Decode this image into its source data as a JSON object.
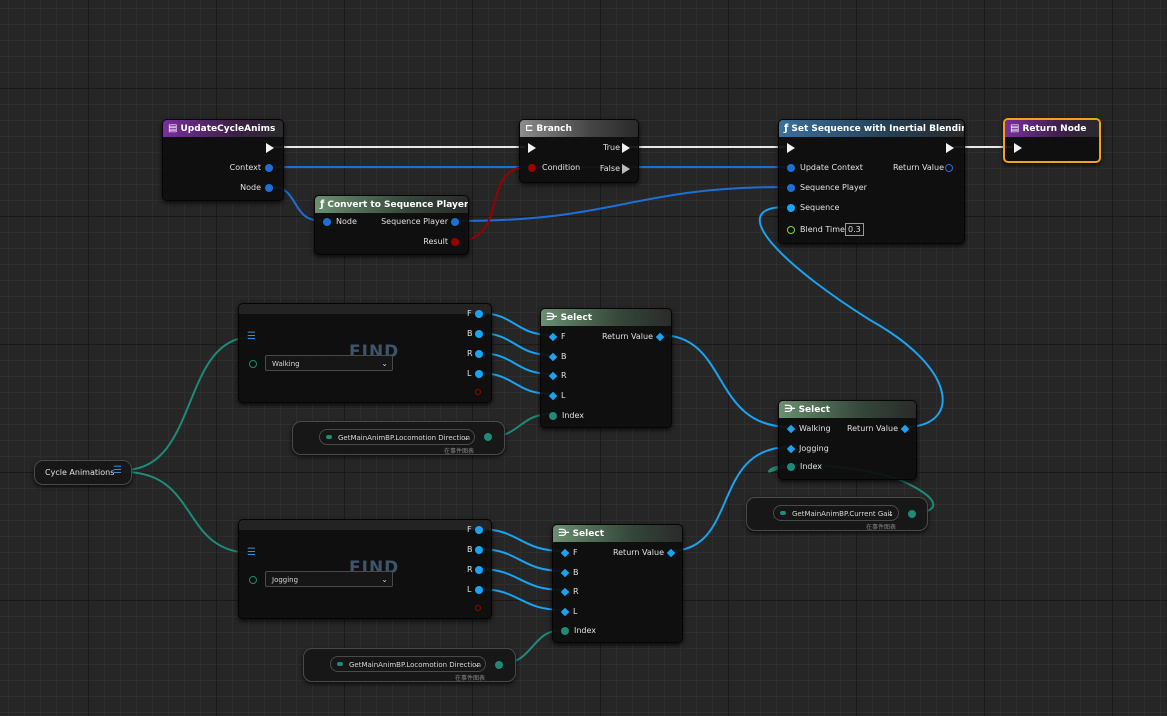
{
  "colors": {
    "exec": "#f2f2f2",
    "struct_blue": "#1d6fd6",
    "object_blue": "#1aa3f0",
    "bool_red": "#9b0000",
    "enum_teal": "#1e8a78",
    "float_green": "#7ddc49",
    "selected": "#f3a21d"
  },
  "nodes": {
    "update_cycle": {
      "title": "UpdateCycleAnims",
      "icon": "function-icon",
      "pins": {
        "context": "Context",
        "node": "Node"
      }
    },
    "branch": {
      "title": "Branch",
      "icon": "branch-icon",
      "pins": {
        "true": "True",
        "condition": "Condition",
        "false": "False"
      }
    },
    "set_sequence": {
      "title": "Set Sequence with Inertial Blending",
      "icon": "function-f-icon",
      "pins": {
        "update_context": "Update Context",
        "return_value": "Return Value",
        "sequence_player": "Sequence Player",
        "sequence": "Sequence",
        "blend_time": "Blend Time"
      },
      "blend_time_value": "0.3"
    },
    "return_node": {
      "title": "Return Node",
      "icon": "function-icon"
    },
    "convert": {
      "title": "Convert to Sequence Player",
      "icon": "function-f-icon",
      "pins": {
        "node": "Node",
        "sequence_player": "Sequence Player",
        "result": "Result"
      }
    },
    "select_top": {
      "title": "Select",
      "icon": "select-icon",
      "pins": {
        "f": "F",
        "b": "B",
        "r": "R",
        "l": "L",
        "index": "Index",
        "return_value": "Return Value"
      }
    },
    "select_mid": {
      "title": "Select",
      "icon": "select-icon",
      "pins": {
        "walking": "Walking",
        "jogging": "Jogging",
        "index": "Index",
        "return_value": "Return Value"
      }
    },
    "select_bot": {
      "title": "Select",
      "icon": "select-icon",
      "pins": {
        "f": "F",
        "b": "B",
        "r": "R",
        "l": "L",
        "index": "Index",
        "return_value": "Return Value"
      }
    },
    "find_top": {
      "dropdown": "Walking",
      "watermark": "FIND",
      "pins": [
        "F",
        "B",
        "R",
        "L"
      ]
    },
    "find_bot": {
      "dropdown": "Jogging",
      "watermark": "FIND",
      "pins": [
        "F",
        "B",
        "R",
        "L"
      ]
    },
    "cycle_animations": {
      "label": "Cycle Animations"
    },
    "get_dir_top": {
      "label": "GetMainAnimBP.Locomotion Direction",
      "sub": "在事件图表"
    },
    "get_gait": {
      "label": "GetMainAnimBP.Current Gait",
      "sub": "在事件图表"
    },
    "get_dir_bot": {
      "label": "GetMainAnimBP.Locomotion Direction",
      "sub": "在事件图表"
    }
  }
}
